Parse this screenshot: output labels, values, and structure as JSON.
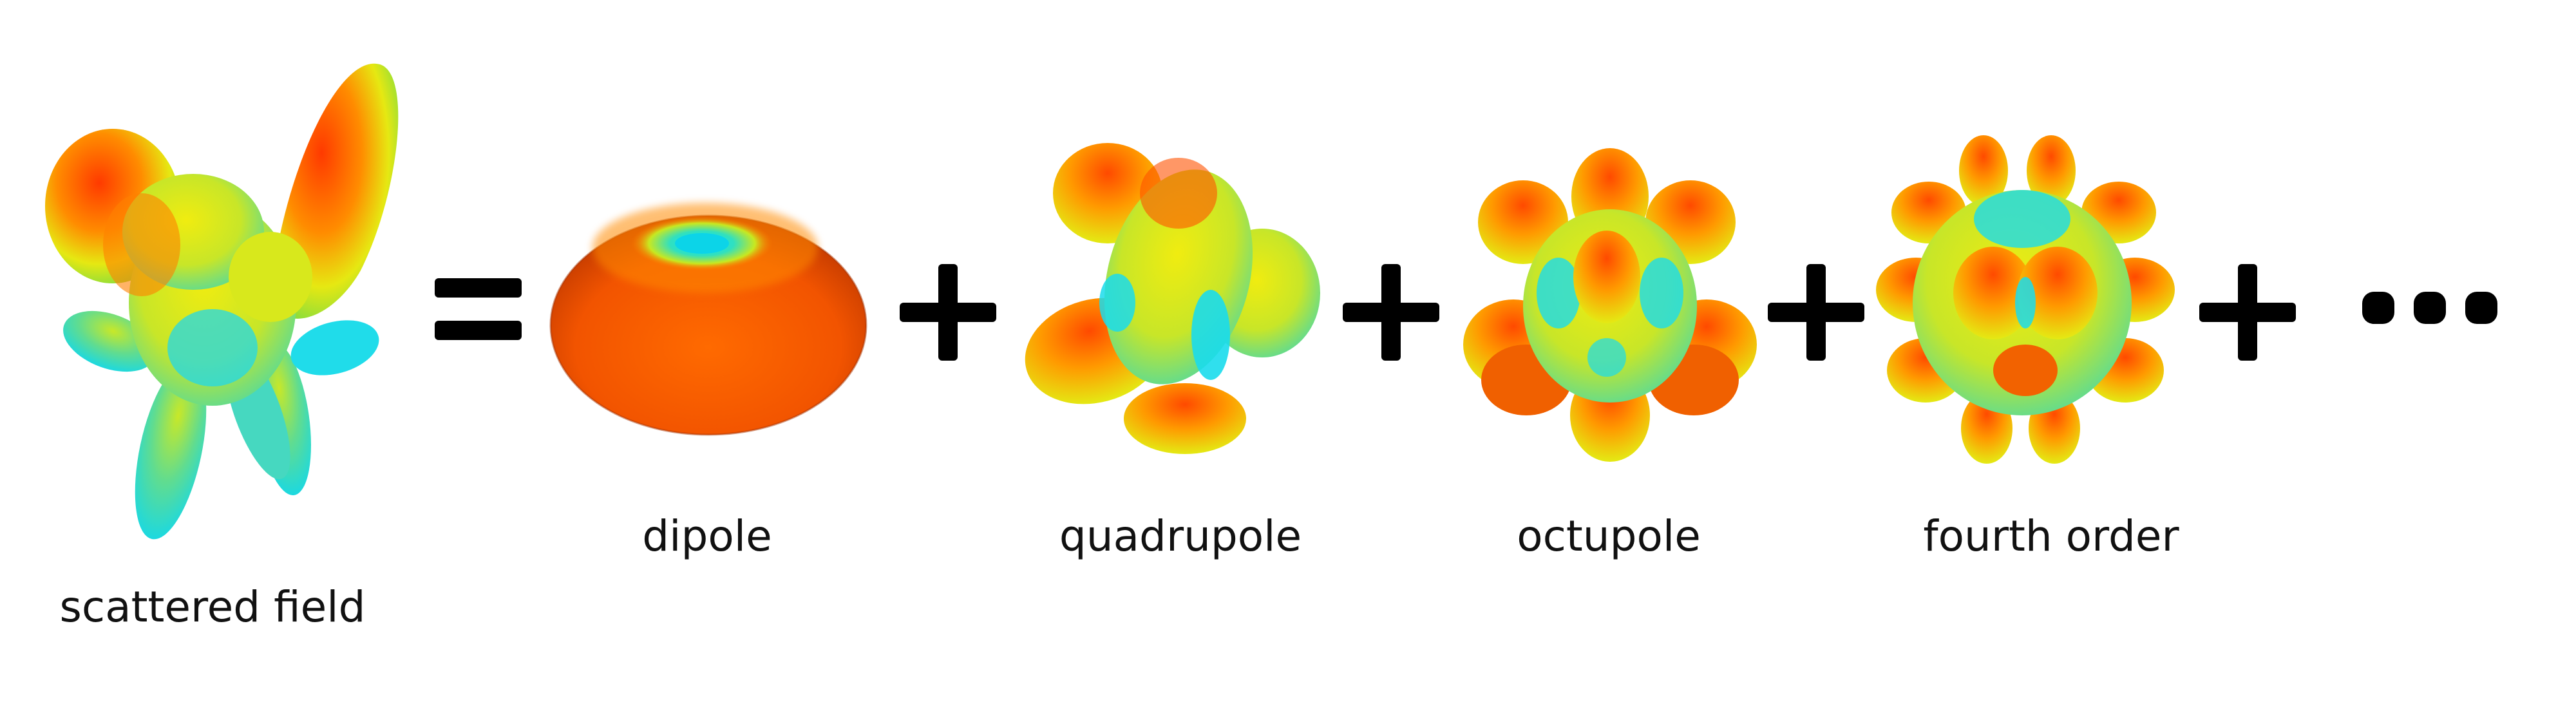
{
  "figure": {
    "terms": [
      {
        "id": "scattered-field",
        "label": "scattered field"
      },
      {
        "id": "dipole",
        "label": "dipole"
      },
      {
        "id": "quadrupole",
        "label": "quadrupole"
      },
      {
        "id": "octupole",
        "label": "octupole"
      },
      {
        "id": "fourth-order",
        "label": "fourth order"
      }
    ],
    "operators": [
      "=",
      "+",
      "+",
      "+",
      "+"
    ],
    "continuation": "..."
  },
  "colors": {
    "red": "#ff3a00",
    "orange": "#ff8a00",
    "yellow": "#e8ec10",
    "green": "#7fe060",
    "cyan": "#12dcec",
    "text": "#111111",
    "operator": "#000000"
  }
}
